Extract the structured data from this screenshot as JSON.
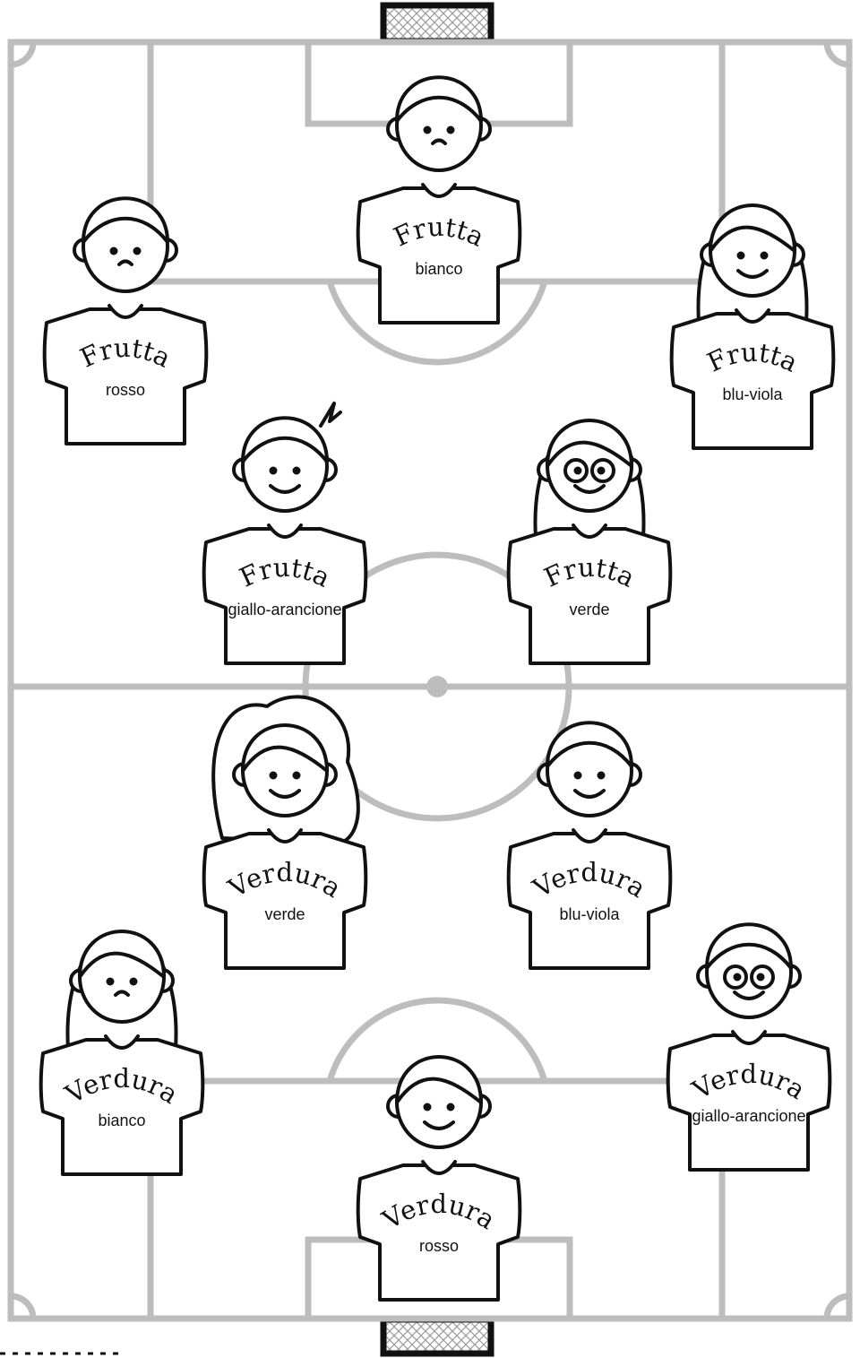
{
  "colors": {
    "pitch_lines": "#bdbdbd",
    "ink": "#111111",
    "background": "#ffffff"
  },
  "icons": {
    "goal": "goal-net-icon",
    "player": "child-player-icon"
  },
  "teams": {
    "top": {
      "players": [
        {
          "title": "Frutta",
          "subtitle": "bianco",
          "hair": "short",
          "mood": "sad"
        },
        {
          "title": "Frutta",
          "subtitle": "rosso",
          "hair": "short",
          "mood": "sad"
        },
        {
          "title": "Frutta",
          "subtitle": "blu-viola",
          "hair": "long",
          "mood": "happy"
        },
        {
          "title": "Frutta",
          "subtitle": "giallo-arancione",
          "hair": "tuft",
          "mood": "happy"
        },
        {
          "title": "Frutta",
          "subtitle": "verde",
          "hair": "long",
          "mood": "happy",
          "glasses": true
        }
      ]
    },
    "bottom": {
      "players": [
        {
          "title": "Verdura",
          "subtitle": "verde",
          "hair": "curly",
          "mood": "happy"
        },
        {
          "title": "Verdura",
          "subtitle": "blu-viola",
          "hair": "short",
          "mood": "happy"
        },
        {
          "title": "Verdura",
          "subtitle": "bianco",
          "hair": "long",
          "mood": "sad"
        },
        {
          "title": "Verdura",
          "subtitle": "giallo-arancione",
          "hair": "short",
          "mood": "happy",
          "glasses": true
        },
        {
          "title": "Verdura",
          "subtitle": "rosso",
          "hair": "bob",
          "mood": "happy"
        }
      ]
    }
  }
}
